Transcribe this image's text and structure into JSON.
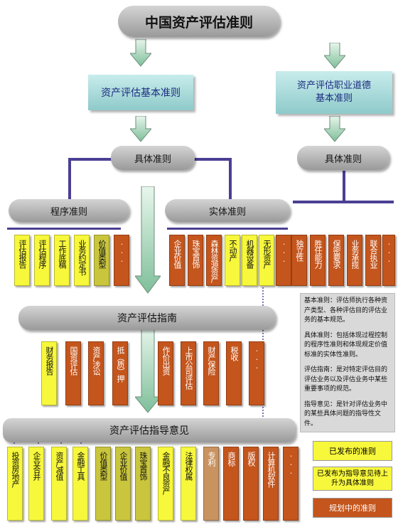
{
  "title": "中国资产评估准则",
  "basic_standard": "资产评估基本准则",
  "ethics_standard_line1": "资产评估职业道德",
  "ethics_standard_line2": "基本准则",
  "specific_left": "具体准则",
  "specific_right": "具体准则",
  "procedure_standard": "程序准则",
  "entity_standard": "实体准则",
  "guide": "资产评估指南",
  "guidance_opinion": "资产评估指导意见",
  "procedure_items": [
    "评估报告",
    "评估程序",
    "工作底稿",
    "业务约定书",
    "价值类型",
    "···"
  ],
  "entity_items": [
    "企业价值",
    "珠宝首饰",
    "森林资源资产",
    "不动产",
    "机器设备",
    "无形资产",
    "···"
  ],
  "ethics_items": [
    "独立性",
    "胜任能力",
    "保密要求",
    "业务承揽",
    "联合执业",
    "···"
  ],
  "guide_items": [
    "财务报告",
    "国资评估",
    "资产涉讼",
    "抵（质）押",
    "作价出资",
    "上市公司评估",
    "财产保险",
    "税收",
    "···"
  ],
  "opinion_items": [
    "投资房地产",
    "企业合并",
    "资产减值",
    "金融工具",
    "价值类型",
    "企业价值",
    "珠宝首饰",
    "金融不良资产",
    "法律权属",
    "专利",
    "商标",
    "版权",
    "计算机软件",
    "···"
  ],
  "notes": [
    "基本准则：评估师执行各种资产类型、各种评估目的评估业务的基本规范。",
    "具体准则：包括体现过程控制的程序性准则和体现规定价值标准的实体性准则。",
    "评估指南：是对特定评估目的评估业务以及评估业务中某些重要事项的规范。",
    "指导意见：是针对评估业务中的某些具体问题的指导性文件。"
  ],
  "legend": {
    "published": "已发布的准则",
    "published_to_upgrade": "已发布为指导意见待上升为具体准则",
    "planned": "规划中的准则"
  },
  "colors": {
    "published": "#f7f73c",
    "to_upgrade": "#c9c53d",
    "planned": "#c4551c",
    "connector": "#4a3f93",
    "note_bg": "#d9d9d9"
  }
}
